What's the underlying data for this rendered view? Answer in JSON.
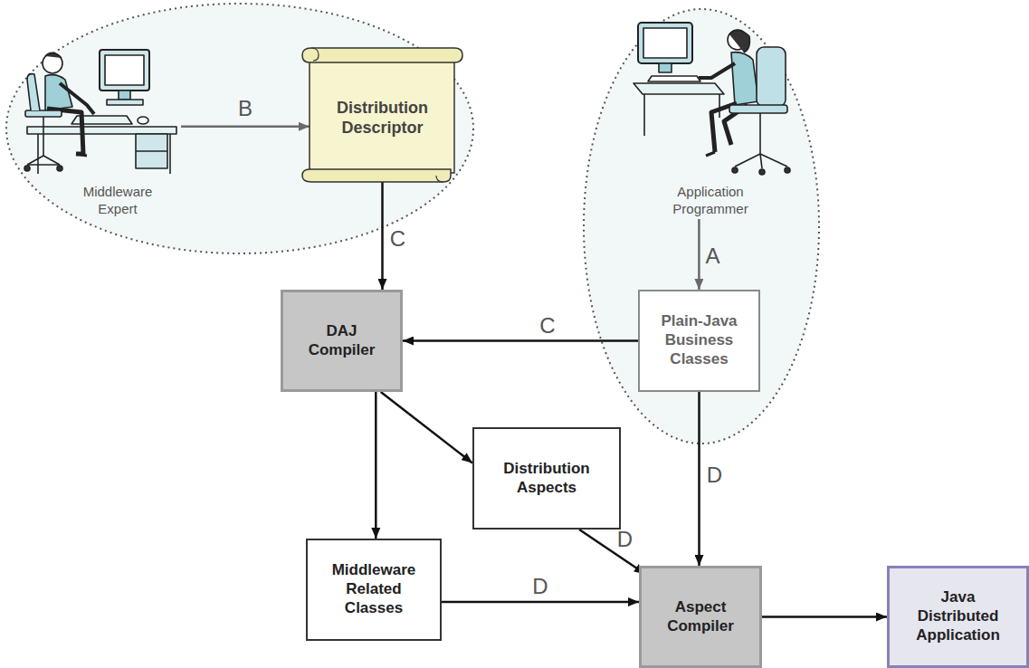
{
  "diagram": {
    "nodes": [
      {
        "text": [
          "Middleware Expert"
        ]
      },
      {
        "text": [
          "Distribution Descriptor"
        ]
      },
      {
        "text": [
          "Application Programmer"
        ]
      },
      {
        "text": [
          "DAJ Compiler"
        ]
      },
      {
        "text": [
          "Plain-Java Business Classes"
        ]
      },
      {
        "text": [
          "Distribution Aspects"
        ]
      },
      {
        "text": [
          "Middleware Related Classes"
        ]
      },
      {
        "text": [
          "Aspect Compiler"
        ]
      },
      {
        "text": [
          "Java Distributed Application"
        ]
      }
    ],
    "edges": [
      {
        "from": 0,
        "to": 1,
        "label": "B",
        "arrow": "to"
      },
      {
        "from": 1,
        "to": 3,
        "label": "C",
        "arrow": "to"
      },
      {
        "from": 2,
        "to": 4,
        "label": "A",
        "arrow": "to"
      },
      {
        "from": 4,
        "to": 3,
        "label": "C",
        "arrow": "to"
      },
      {
        "from": 3,
        "to": 5,
        "arrow": "to"
      },
      {
        "from": 3,
        "to": 6,
        "arrow": "to"
      },
      {
        "from": 4,
        "to": 7,
        "label": "D",
        "arrow": "to"
      },
      {
        "from": 5,
        "to": 7,
        "label": "D",
        "arrow": "to"
      },
      {
        "from": 6,
        "to": 7,
        "label": "D",
        "arrow": "to"
      },
      {
        "from": 7,
        "to": 8,
        "arrow": "to"
      }
    ]
  }
}
